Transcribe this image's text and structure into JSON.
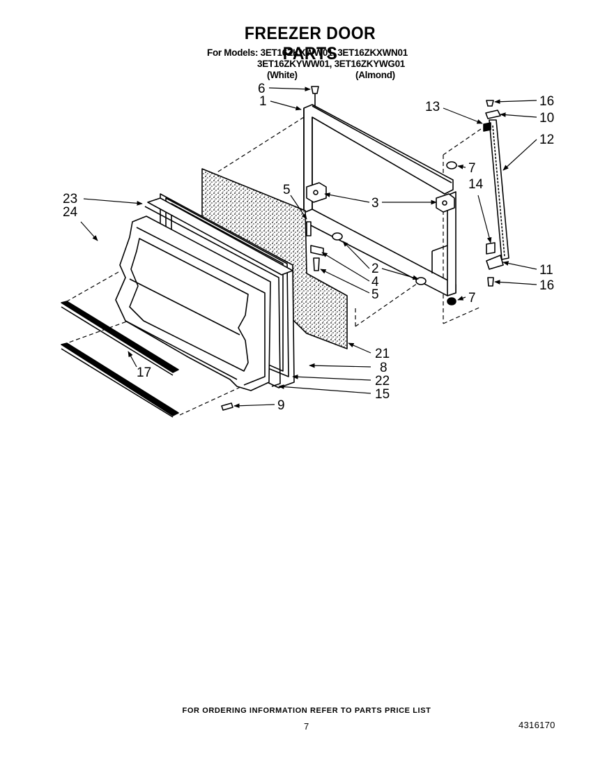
{
  "header": {
    "title": "FREEZER DOOR PARTS",
    "models_line1": "For Models: 3ET16ZKXWW01, 3ET16ZKXWN01",
    "models_line2": "3ET16ZKYWW01, 3ET16ZKYWG01",
    "color_white": "(White)",
    "color_almond": "(Almond)"
  },
  "diagram": {
    "callouts": {
      "p1": "1",
      "p2": "2",
      "p3": "3",
      "p4": "4",
      "p5a": "5",
      "p5b": "5",
      "p6": "6",
      "p7a": "7",
      "p7b": "7",
      "p8": "8",
      "p9": "9",
      "p10": "10",
      "p11": "11",
      "p12": "12",
      "p13": "13",
      "p14": "14",
      "p15": "15",
      "p16a": "16",
      "p16b": "16",
      "p17": "17",
      "p21": "21",
      "p22": "22",
      "p23": "23",
      "p24": "24"
    }
  },
  "footer": {
    "ordering_note": "FOR ORDERING INFORMATION REFER TO PARTS PRICE LIST",
    "page_number": "7",
    "document_number": "4316170"
  }
}
